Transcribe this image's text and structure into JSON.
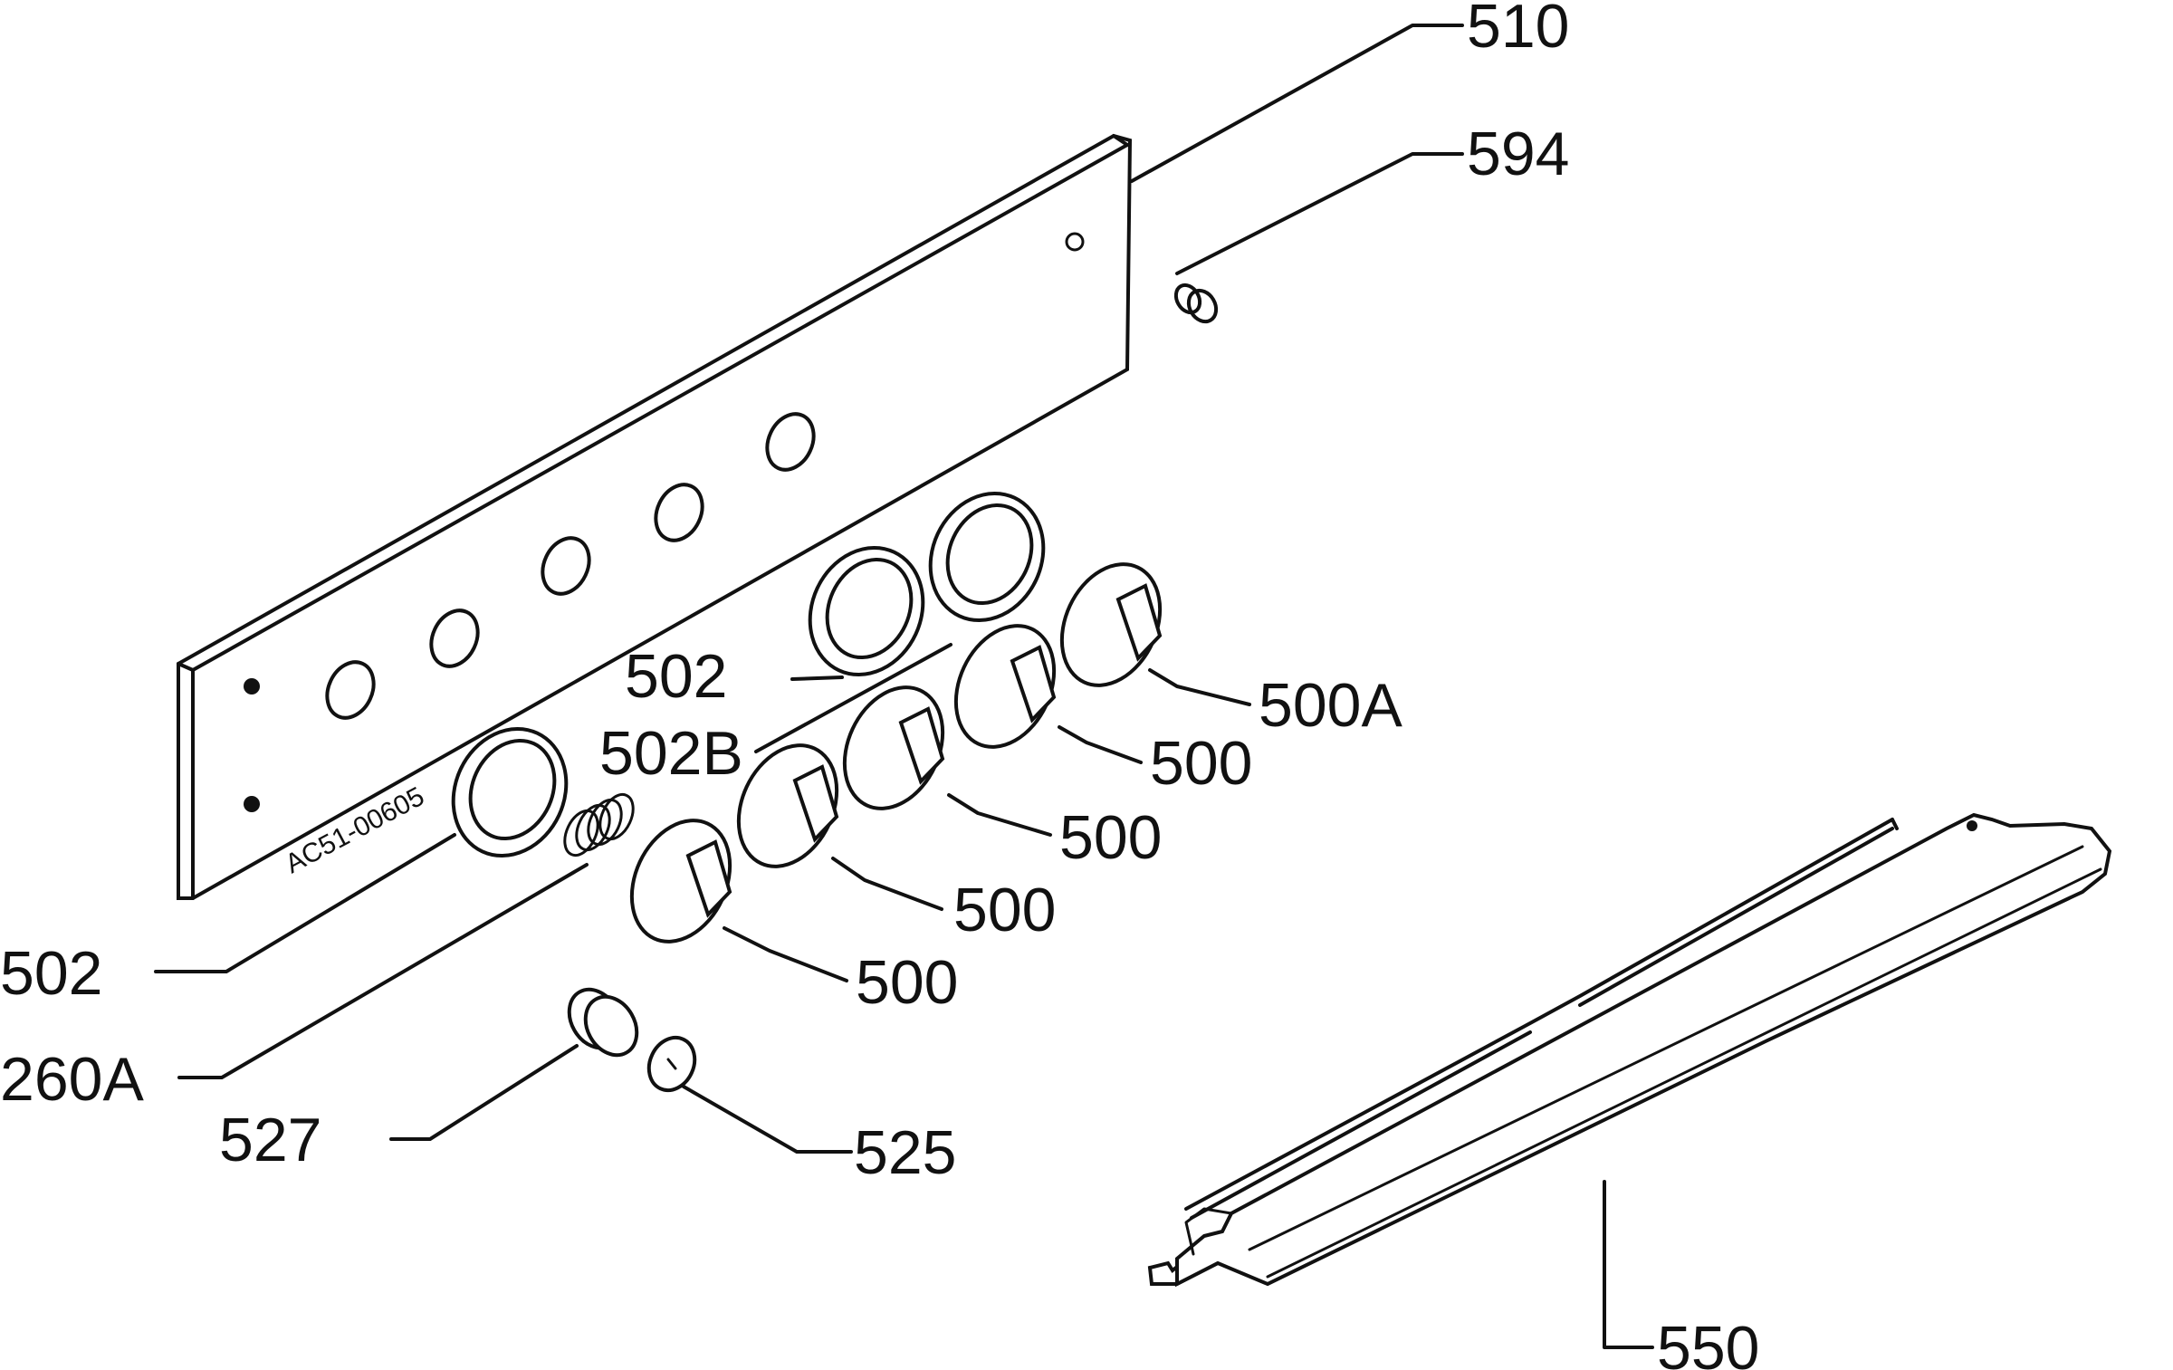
{
  "labels": {
    "p510": "510",
    "p594": "594",
    "p502_top": "502",
    "p500a": "500A",
    "p502b": "502B",
    "p500_1": "500",
    "p500_2": "500",
    "p500_3": "500",
    "p500_4": "500",
    "p502_left": "502",
    "p260a": "260A",
    "p527": "527",
    "p525": "525",
    "p550": "550"
  },
  "panel_stamp": "AC51-00605"
}
